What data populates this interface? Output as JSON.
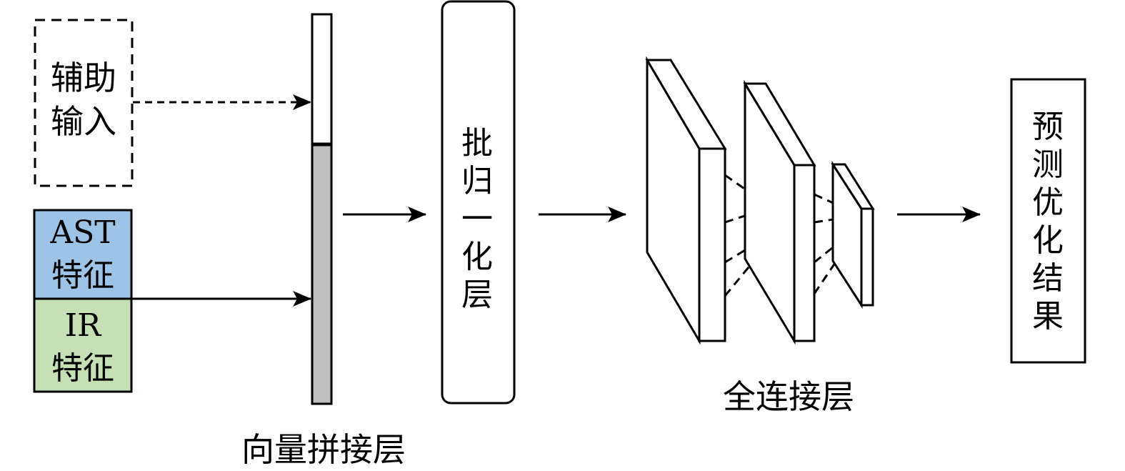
{
  "diagram": {
    "title": "Neural network model structure",
    "inputs": {
      "auxiliary": {
        "lines": [
          "辅助",
          "输入"
        ],
        "style": "dashed"
      },
      "ast_feature": {
        "lines": [
          "AST",
          "特征"
        ],
        "fill": "#9dc3e6"
      },
      "ir_feature": {
        "lines": [
          "IR",
          "特征"
        ],
        "fill": "#c5e0b4"
      }
    },
    "concat_layer": {
      "label": "向量拼接层",
      "top_fill": "#ffffff",
      "bottom_fill": "#bfbfbf"
    },
    "batchnorm_layer": {
      "chars": [
        "批",
        "归",
        "一",
        "化",
        "层"
      ]
    },
    "fc_layer": {
      "label": "全连接层"
    },
    "output": {
      "chars": [
        "预",
        "测",
        "优",
        "化",
        "结",
        "果"
      ]
    },
    "colors": {
      "stroke": "#000000",
      "background": "#ffffff"
    }
  }
}
